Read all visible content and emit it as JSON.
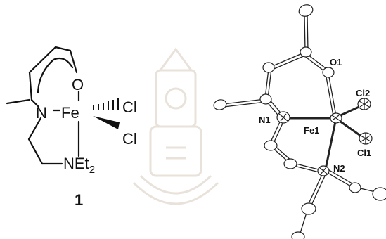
{
  "skeletal_structure": {
    "atom_labels": {
      "oxygen": "O",
      "nitrogen": "N",
      "iron": "Fe",
      "chlorine_upper": "Cl",
      "chlorine_lower": "Cl",
      "amine": "NEt",
      "amine_subscript": "2"
    },
    "compound_number": "1"
  },
  "ortep_structure": {
    "atom_labels": {
      "o1": "O1",
      "n1": "N1",
      "fe1": "Fe1",
      "cl1": "Cl1",
      "cl2": "Cl2",
      "n2": "N2"
    }
  },
  "colors": {
    "ink": "#111111",
    "watermark": "#e6dfd6"
  }
}
